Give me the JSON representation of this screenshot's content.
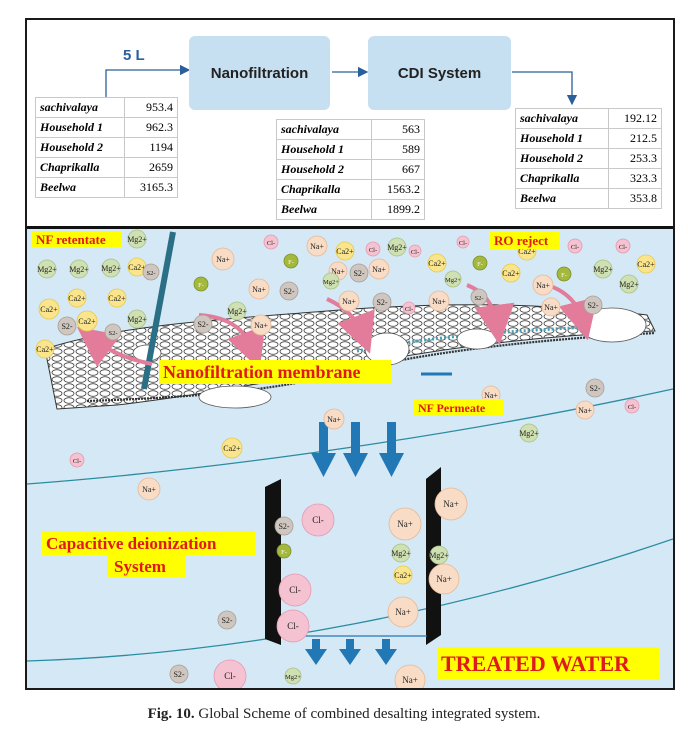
{
  "flow": {
    "input_volume": "5 L",
    "stage1": "Nanofiltration",
    "stage2": "CDI System"
  },
  "tables": {
    "raw": [
      {
        "name": "sachivalaya",
        "value": "953.4"
      },
      {
        "name": "Household 1",
        "value": "962.3"
      },
      {
        "name": "Household 2",
        "value": "1194"
      },
      {
        "name": "Chaprikalla",
        "value": "2659"
      },
      {
        "name": "Beelwa",
        "value": "3165.3"
      }
    ],
    "nf": [
      {
        "name": "sachivalaya",
        "value": "563"
      },
      {
        "name": "Household 1",
        "value": "589"
      },
      {
        "name": "Household 2",
        "value": "667"
      },
      {
        "name": "Chaprikalla",
        "value": "1563.2"
      },
      {
        "name": "Beelwa",
        "value": "1899.2"
      }
    ],
    "cdi": [
      {
        "name": "sachivalaya",
        "value": "192.12"
      },
      {
        "name": "Household 1",
        "value": "212.5"
      },
      {
        "name": "Household 2",
        "value": "253.3"
      },
      {
        "name": "Chaprikalla",
        "value": "323.3"
      },
      {
        "name": "Beelwa",
        "value": "353.8"
      }
    ]
  },
  "labels": {
    "nf_retentate": "NF retentate",
    "ro_reject": "RO reject",
    "nf_membrane": "Nanofiltration membrane",
    "nf_permeate": "NF Permeate",
    "cdi_line1": "Capacitive deionization",
    "cdi_line2": "System",
    "treated_water": "TREATED WATER"
  },
  "ions": {
    "na": "Na+",
    "cl": "Cl-",
    "ca": "Ca2+",
    "mg": "Mg2+",
    "f": "F-",
    "s": "S2-",
    "na_cdi": "Na+"
  },
  "caption": {
    "label": "Fig. 10.",
    "text": "Global Scheme of combined desalting integrated system."
  },
  "colors": {
    "background_water": "#d4e8f5",
    "process_box": "#c6e0f1",
    "flow_arrow": "#2278b5",
    "retentate_arrow": "#e27c9a",
    "highlight_label_bg": "#ffff00",
    "highlight_label_text": "#e01a1a"
  }
}
